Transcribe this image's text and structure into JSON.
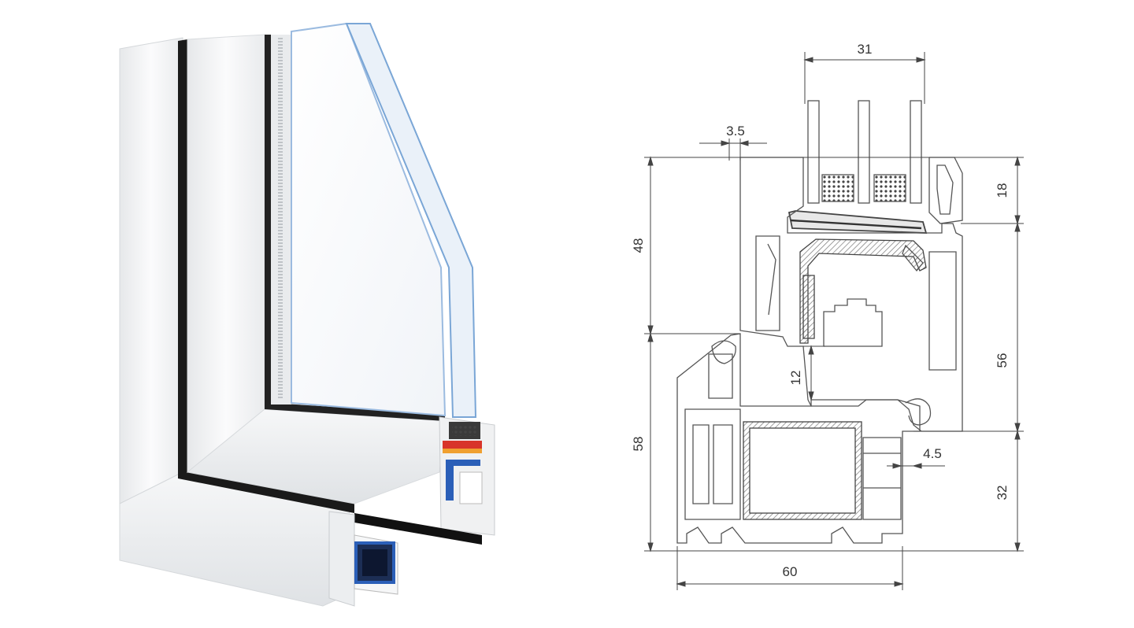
{
  "dimensions": {
    "glazing_width": "31",
    "gasket": "3.5",
    "upper_left": "48",
    "bead_height": "18",
    "sash_height": "56",
    "rebate": "12",
    "frame_left": "58",
    "wall": "4.5",
    "frame_right": "32",
    "depth": "60"
  },
  "colors": {
    "frame_white": "#f4f5f6",
    "glass_edge": "#7aa6d6",
    "gasket_black": "#1a1a1a",
    "steel_blue": "#2b5fb8",
    "seal_red": "#d8342a",
    "seal_orange": "#f0a030",
    "drawing_line": "#555555"
  }
}
